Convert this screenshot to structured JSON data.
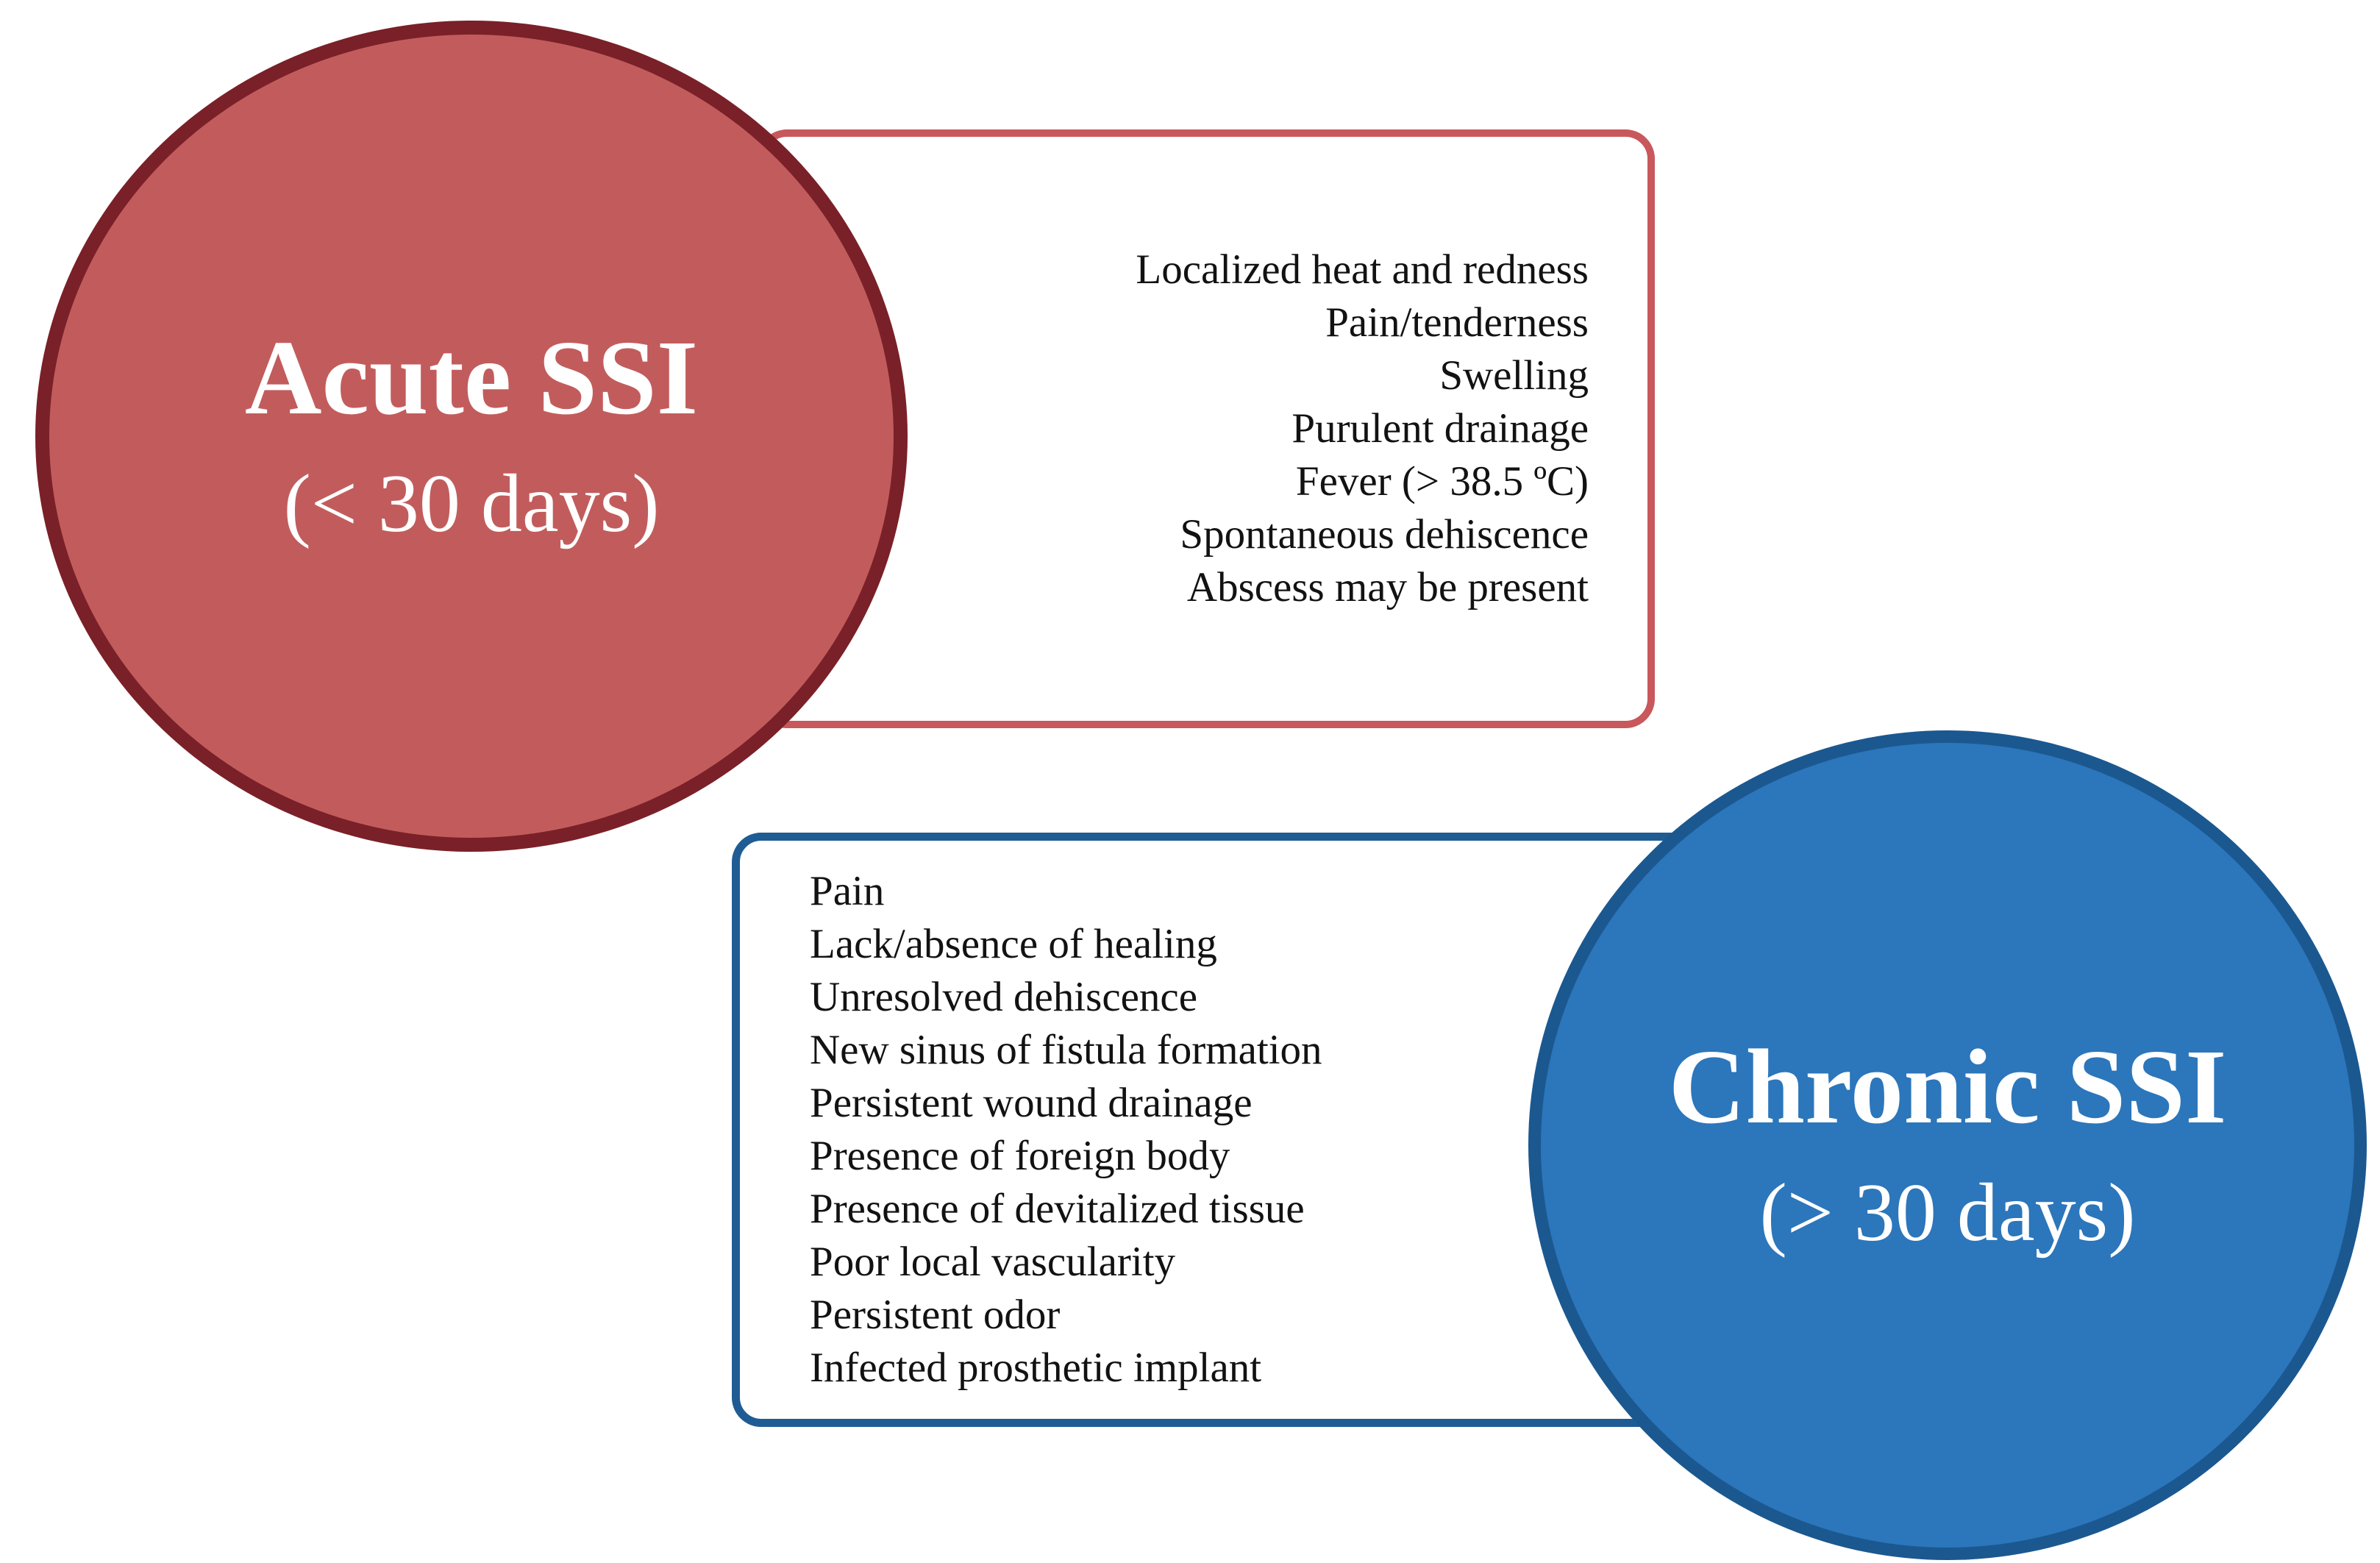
{
  "acute": {
    "title": "Acute SSI",
    "subtitle": "(< 30 days)",
    "symptoms": [
      "Localized heat and redness",
      "Pain/tenderness",
      "Swelling",
      "Purulent drainage",
      "Fever (> 38.5 ºC)",
      "Spontaneous dehiscence",
      "Abscess may be present"
    ]
  },
  "chronic": {
    "title": "Chronic SSI",
    "subtitle": "(> 30 days)",
    "symptoms": [
      "Pain",
      "Lack/absence of healing",
      "Unresolved dehiscence",
      "New sinus of fistula formation",
      "Persistent wound drainage",
      "Presence of foreign body",
      "Presence of devitalized tissue",
      "Poor local vascularity",
      "Persistent odor",
      "Infected prosthetic implant"
    ]
  },
  "colors": {
    "background": "#FFFFFF",
    "acute_fill": "#C25C5C",
    "acute_border": "#7A2028",
    "acute_box_border": "#C8585C",
    "chronic_fill": "#2C76BB",
    "chronic_border": "#1B5890",
    "chronic_box_border": "#1F5C94",
    "text_on_circle": "#FFFFFF",
    "list_text": "#121212"
  }
}
